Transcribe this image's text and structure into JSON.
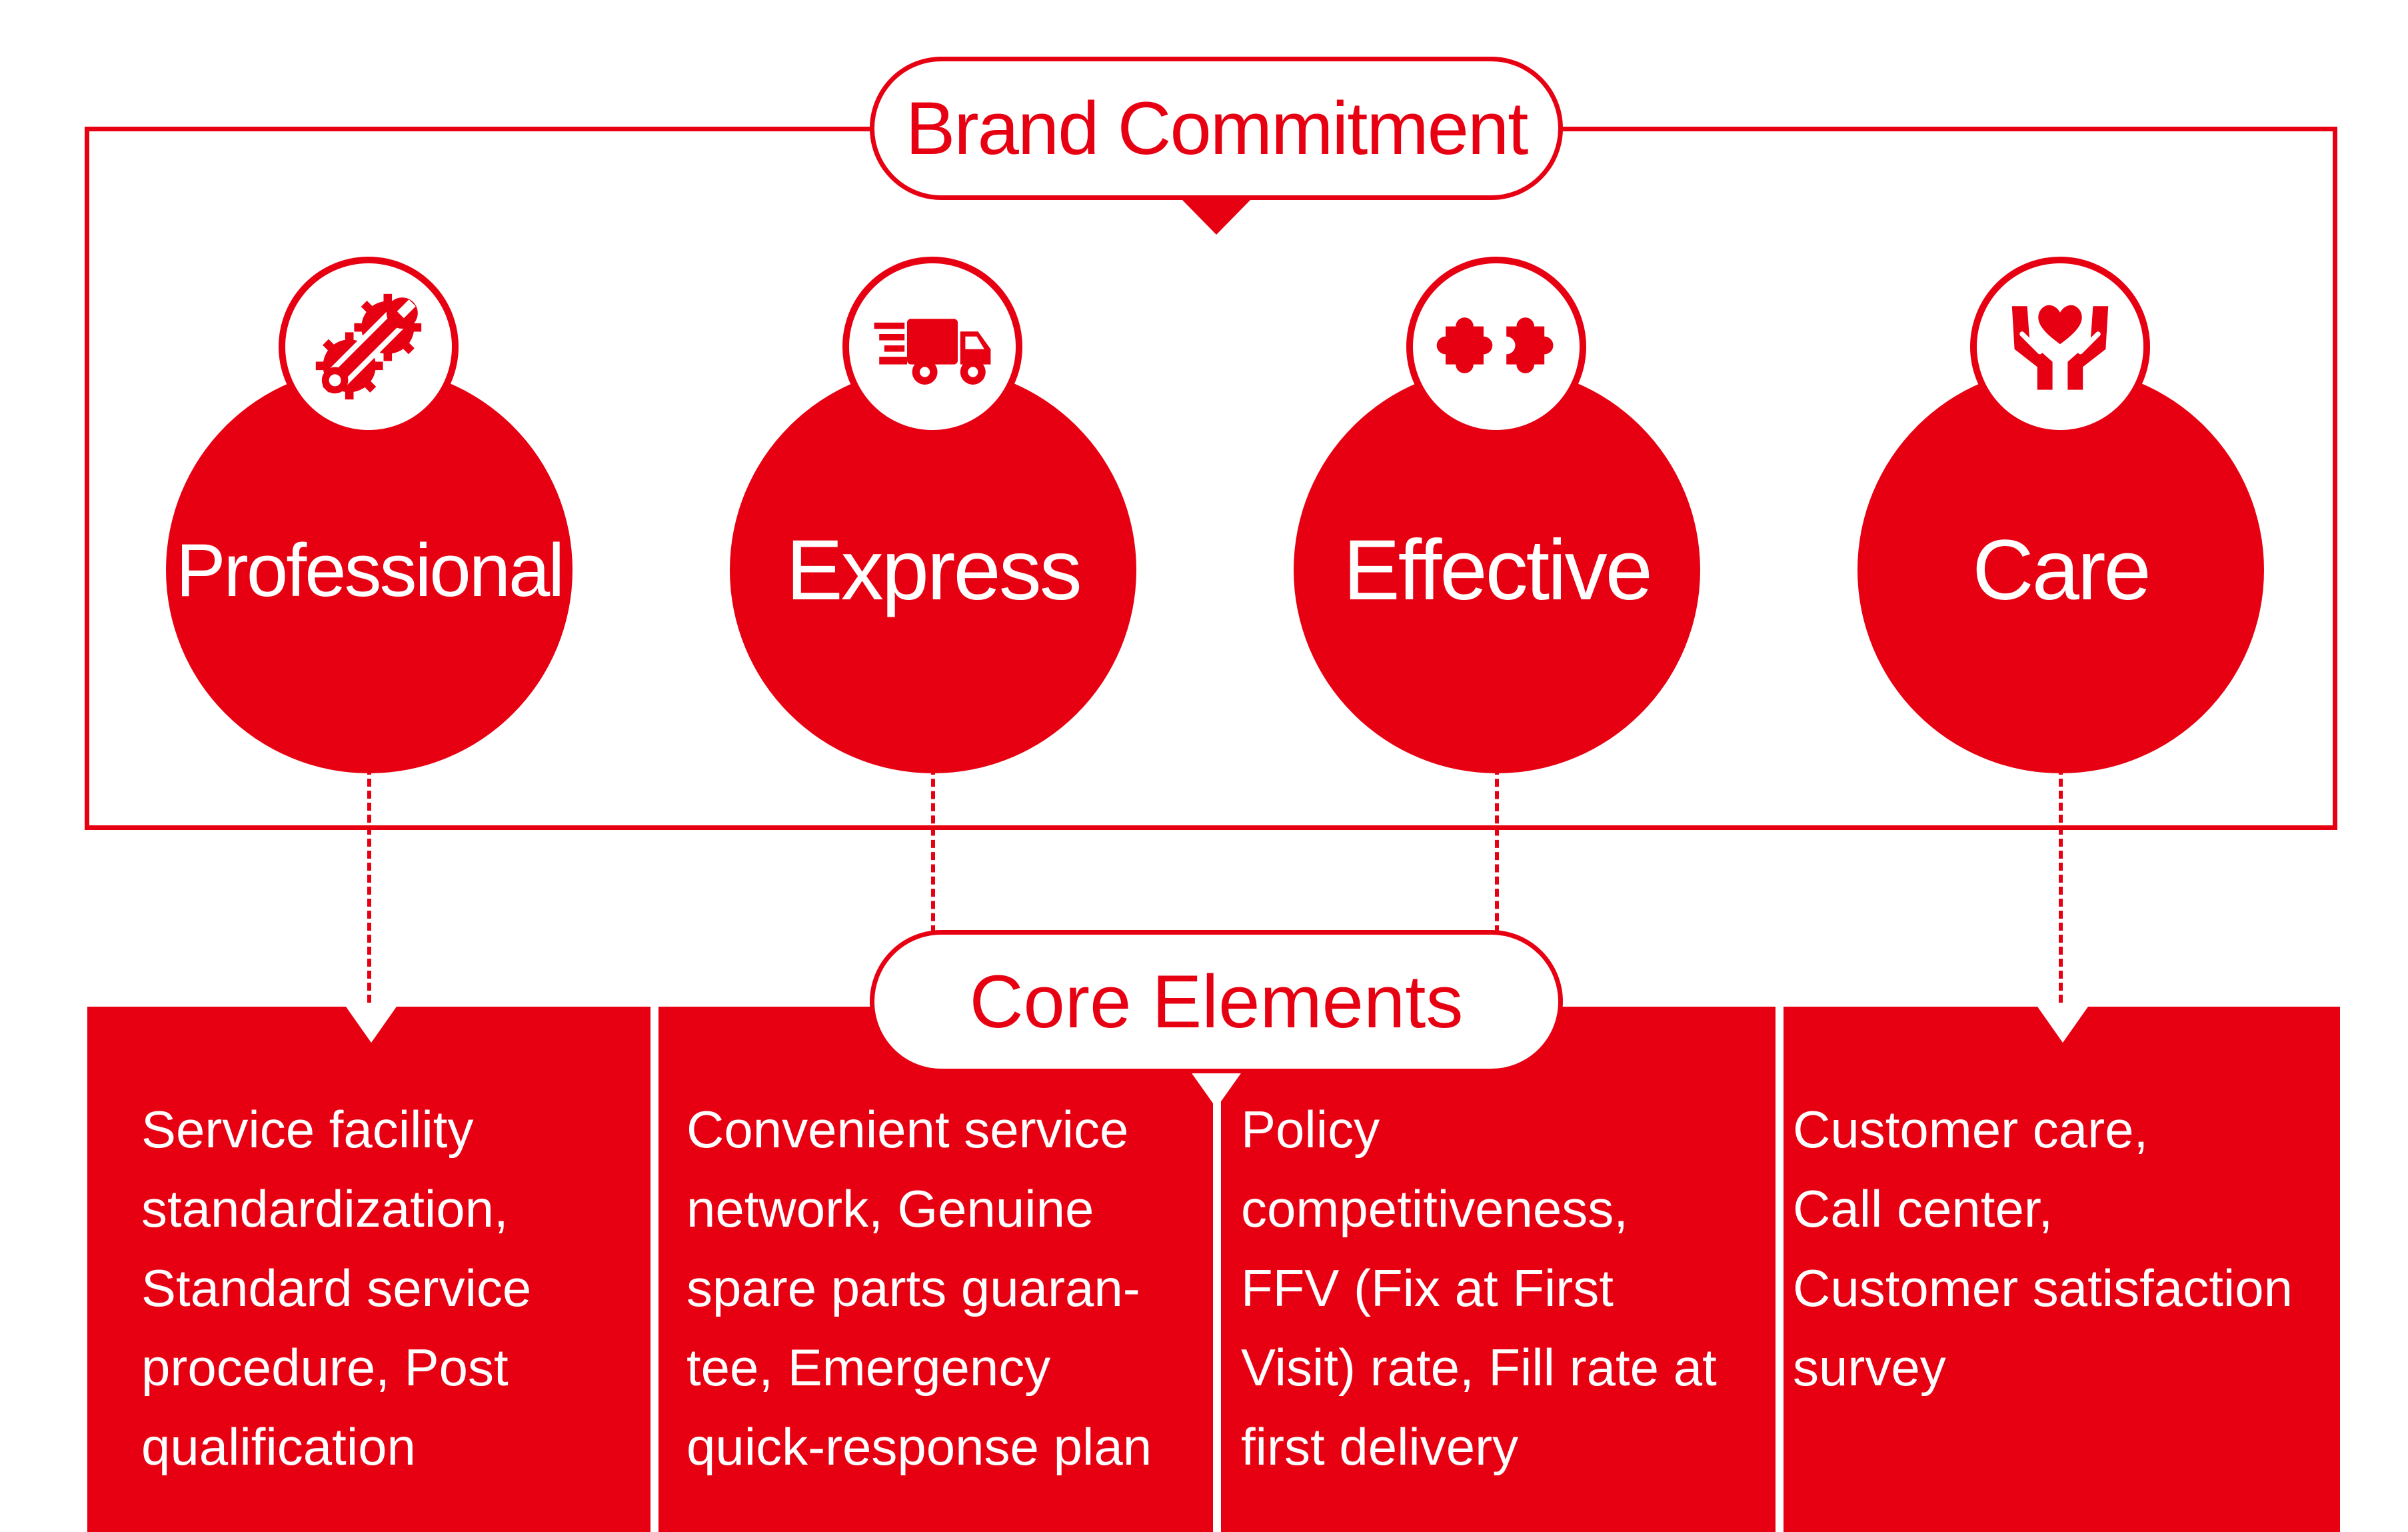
{
  "colors": {
    "accent": "#E60012",
    "background": "#FFFFFF",
    "text_on_accent": "#FFFFFF"
  },
  "brand_commitment": {
    "label": "Brand Commitment",
    "pillars": [
      {
        "label": "Professional",
        "icon": "wrench-gear-icon"
      },
      {
        "label": "Express",
        "icon": "delivery-truck-icon"
      },
      {
        "label": "Effective",
        "icon": "puzzle-pieces-icon"
      },
      {
        "label": "Care",
        "icon": "hands-heart-icon"
      }
    ]
  },
  "core_elements": {
    "label": "Core Elements",
    "items": [
      {
        "text": "Service facility\nstandardization,\nStandard service\nprocedure, Post\nqualification"
      },
      {
        "text": "Convenient service\nnetwork, Genuine\nspare parts guaran-\ntee, Emergency\nquick-response plan"
      },
      {
        "text": "Policy\ncompetitiveness,\nFFV (Fix at First\nVisit) rate, Fill rate at\nfirst delivery"
      },
      {
        "text": "Customer care,\nCall center,\nCustomer satisfaction\nsurvey"
      }
    ]
  }
}
